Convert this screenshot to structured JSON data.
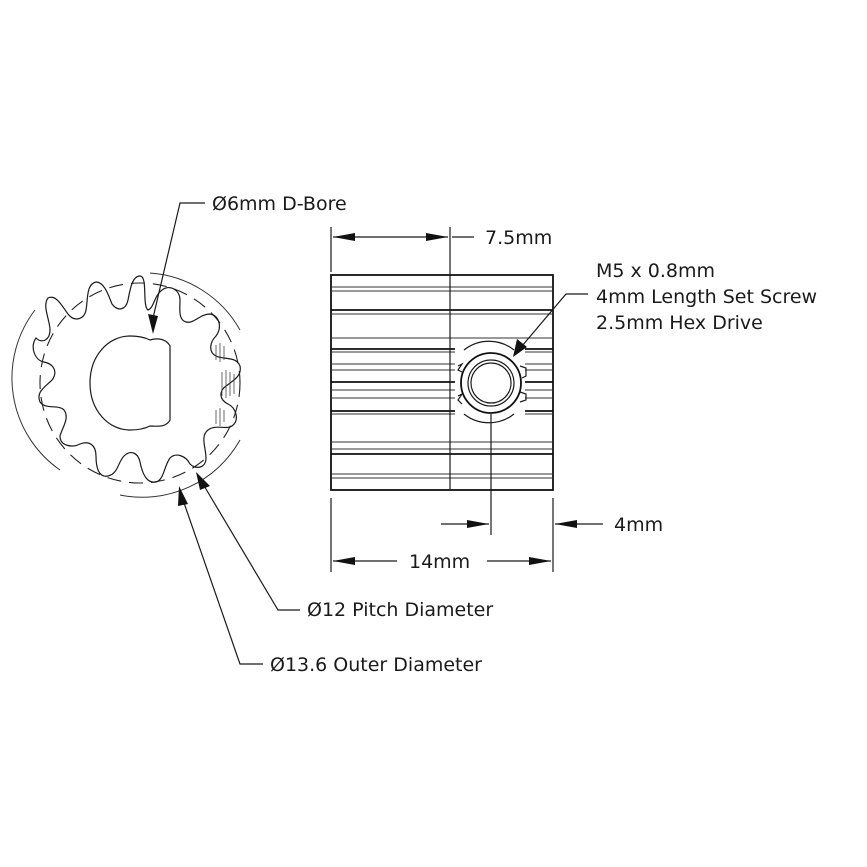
{
  "drawing": {
    "type": "technical-drawing",
    "subject": "16-tooth pinion gear with D-bore and set screw",
    "views": [
      "front (gear face)",
      "side (hub)"
    ]
  },
  "labels": {
    "bore": "Ø6mm D-Bore",
    "face_offset": "7.5mm",
    "set_screw_line1": "M5 x 0.8mm",
    "set_screw_line2": "4mm Length Set Screw",
    "set_screw_line3": "2.5mm Hex Drive",
    "screw_offset": "4mm",
    "length": "14mm",
    "pitch_diameter": "Ø12 Pitch Diameter",
    "outer_diameter": "Ø13.6 Outer Diameter"
  },
  "colors": {
    "line": "#1a1a1a",
    "background": "#ffffff"
  }
}
